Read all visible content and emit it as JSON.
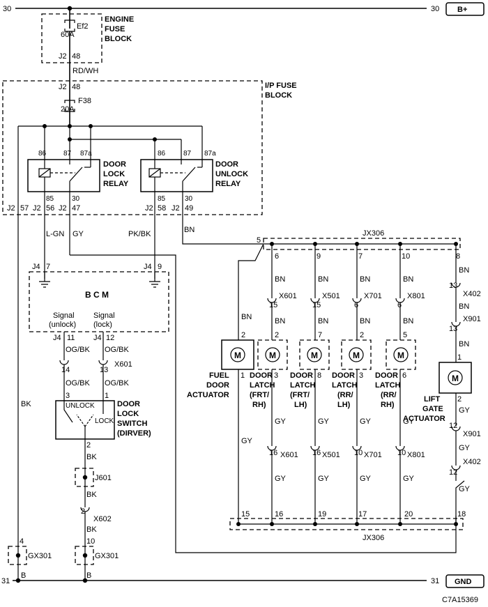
{
  "rails": {
    "top_num": "30",
    "top_label": "B+",
    "bottom_num": "31",
    "bottom_label": "GND"
  },
  "blocks": {
    "engine_fuse": [
      "ENGINE",
      "FUSE",
      "BLOCK"
    ],
    "ip_fuse": [
      "I/P FUSE",
      "BLOCK"
    ],
    "bcm": "B C M"
  },
  "fuses": {
    "ef2": {
      "id": "Ef2",
      "amps": "60A"
    },
    "f38": {
      "id": "F38",
      "amps": "20A"
    }
  },
  "relays": {
    "lock": {
      "label": [
        "DOOR",
        "LOCK",
        "RELAY"
      ],
      "pins": [
        "86",
        "87",
        "87a",
        "85",
        "30"
      ]
    },
    "unlock": {
      "label": [
        "DOOR",
        "UNLOCK",
        "RELAY"
      ],
      "pins": [
        "86",
        "87",
        "87a",
        "85",
        "30"
      ]
    }
  },
  "terminals": {
    "j2_48_top": [
      "J2",
      "48"
    ],
    "j2_48_in": [
      "J2",
      "48"
    ],
    "ip_bottom": [
      "J2",
      "57",
      "J2",
      "56",
      "J2",
      "47",
      "J2",
      "58",
      "J2",
      "49"
    ],
    "j4_7": [
      "J4",
      "7"
    ],
    "j4_9": [
      "J4",
      "9"
    ],
    "j4_11": [
      "J4",
      "11"
    ],
    "j4_12": [
      "J4",
      "12"
    ]
  },
  "bcm_signals": {
    "unlock": [
      "Signal",
      "(unlock)"
    ],
    "lock": [
      "Signal",
      "(lock)"
    ]
  },
  "wires": {
    "rdwh": "RD/WH",
    "lgn": "L-GN",
    "gy": "GY",
    "pkbk": "PK/BK",
    "bn": "BN",
    "ogbk": "OG/BK",
    "bk": "BK",
    "b": "B"
  },
  "connectors": {
    "jx306": "JX306",
    "x601": "X601",
    "x501": "X501",
    "x701": "X701",
    "x801": "X801",
    "x402": "X402",
    "x901": "X901",
    "x602": "X602",
    "j601": "J601",
    "gx301": "GX301"
  },
  "jx306_pins_top": [
    "5",
    "6",
    "9",
    "7",
    "10",
    "8"
  ],
  "jx306_pins_bottom": [
    "15",
    "16",
    "19",
    "17",
    "20",
    "18"
  ],
  "door_lock_switch": {
    "label": [
      "DOOR",
      "LOCK",
      "SWITCH",
      "(DIRVER)"
    ],
    "unlock": "UNLOCK",
    "lock": "LOCK",
    "pins": [
      "3",
      "1",
      "2"
    ]
  },
  "actuators": [
    {
      "label": [
        "FUEL",
        "DOOR",
        "ACTUATOR"
      ],
      "pins": [
        "2",
        "1"
      ]
    },
    {
      "label": [
        "DOOR",
        "LATCH",
        "(FRT/",
        "RH)"
      ],
      "pins": [
        "2",
        "3"
      ]
    },
    {
      "label": [
        "DOOR",
        "LATCH",
        "(FRT/",
        "LH)"
      ],
      "pins": [
        "7",
        "8"
      ]
    },
    {
      "label": [
        "DOOR",
        "LATCH",
        "(RR/",
        "LH)"
      ],
      "pins": [
        "2",
        "3"
      ]
    },
    {
      "label": [
        "DOOR",
        "LATCH",
        "(RR/",
        "RH)"
      ],
      "pins": [
        "5",
        "6"
      ]
    },
    {
      "label": [
        "LIFT",
        "GATE",
        "ACTUATOR"
      ],
      "pins": [
        "1",
        "2"
      ]
    }
  ],
  "motor_symbol": "M",
  "pin_nums": {
    "x601_top": "15",
    "x501_top": "15",
    "x701_top": "6",
    "x801_top": "6",
    "x402_top": "13",
    "x901_top": "13",
    "x901_bot": "12",
    "x402_bot": "12",
    "x601_bot": "16",
    "x501_bot": "16",
    "x701_bot": "10",
    "x801_bot": "10",
    "x601_bcm_14": "14",
    "x601_bcm_13": "13",
    "x602": "2",
    "gx301_l": "4",
    "gx301_r": "10"
  },
  "figure_id": "C7A15369"
}
